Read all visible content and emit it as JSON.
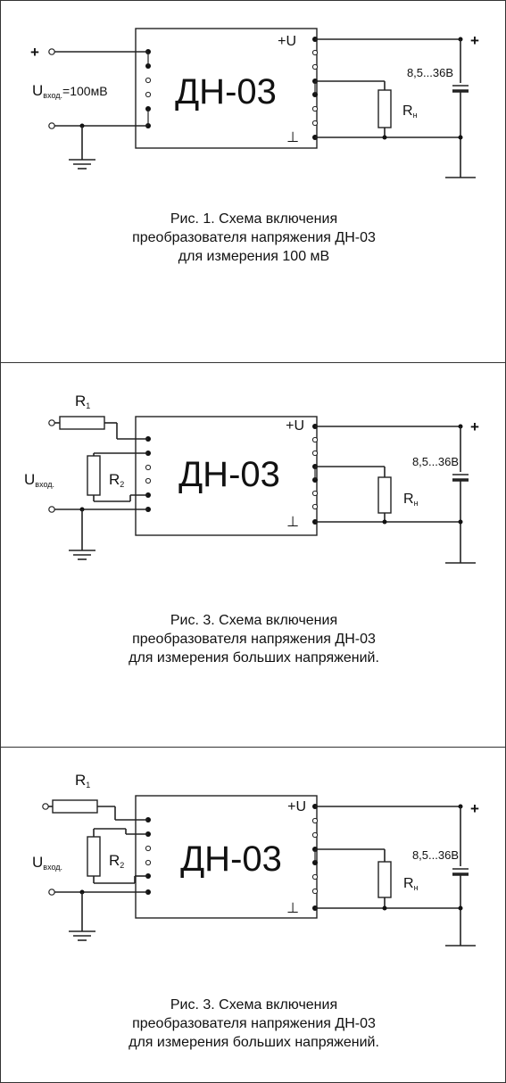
{
  "colors": {
    "line": "#222222",
    "background": "#ffffff",
    "border": "#333333"
  },
  "diagrams": [
    {
      "device_label": "ДН-03",
      "plus_u_label": "+U",
      "ground_label": "⊥",
      "supply_plus": "+",
      "supply_voltage": "8,5...36В",
      "load_r_main": "R",
      "load_r_sub": "н",
      "input_plus": "+",
      "input_u_main": "U",
      "input_u_sub": "вход.",
      "input_value": "=100мВ",
      "caption": [
        "Рис. 1. Схема включения",
        "преобразователя напряжения ДН-03",
        "для измерения 100 мВ"
      ]
    },
    {
      "device_label": "ДН-03",
      "plus_u_label": "+U",
      "ground_label": "⊥",
      "supply_plus": "+",
      "supply_voltage": "8,5...36В",
      "load_r_main": "R",
      "load_r_sub": "н",
      "r1_main": "R",
      "r1_sub": "1",
      "r2_main": "R",
      "r2_sub": "2",
      "input_u_main": "U",
      "input_u_sub": "вход.",
      "caption": [
        "Рис. 3. Схема включения",
        "преобразователя напряжения ДН-03",
        "для измерения больших напряжений."
      ]
    },
    {
      "device_label": "ДН-03",
      "plus_u_label": "+U",
      "ground_label": "⊥",
      "supply_plus": "+",
      "supply_voltage": "8,5...36В",
      "load_r_main": "R",
      "load_r_sub": "н",
      "r1_main": "R",
      "r1_sub": "1",
      "r2_main": "R",
      "r2_sub": "2",
      "input_u_main": "U",
      "input_u_sub": "вход.",
      "caption": [
        "Рис. 3. Схема включения",
        "преобразователя напряжения ДН-03",
        "для измерения больших напряжений."
      ]
    }
  ]
}
